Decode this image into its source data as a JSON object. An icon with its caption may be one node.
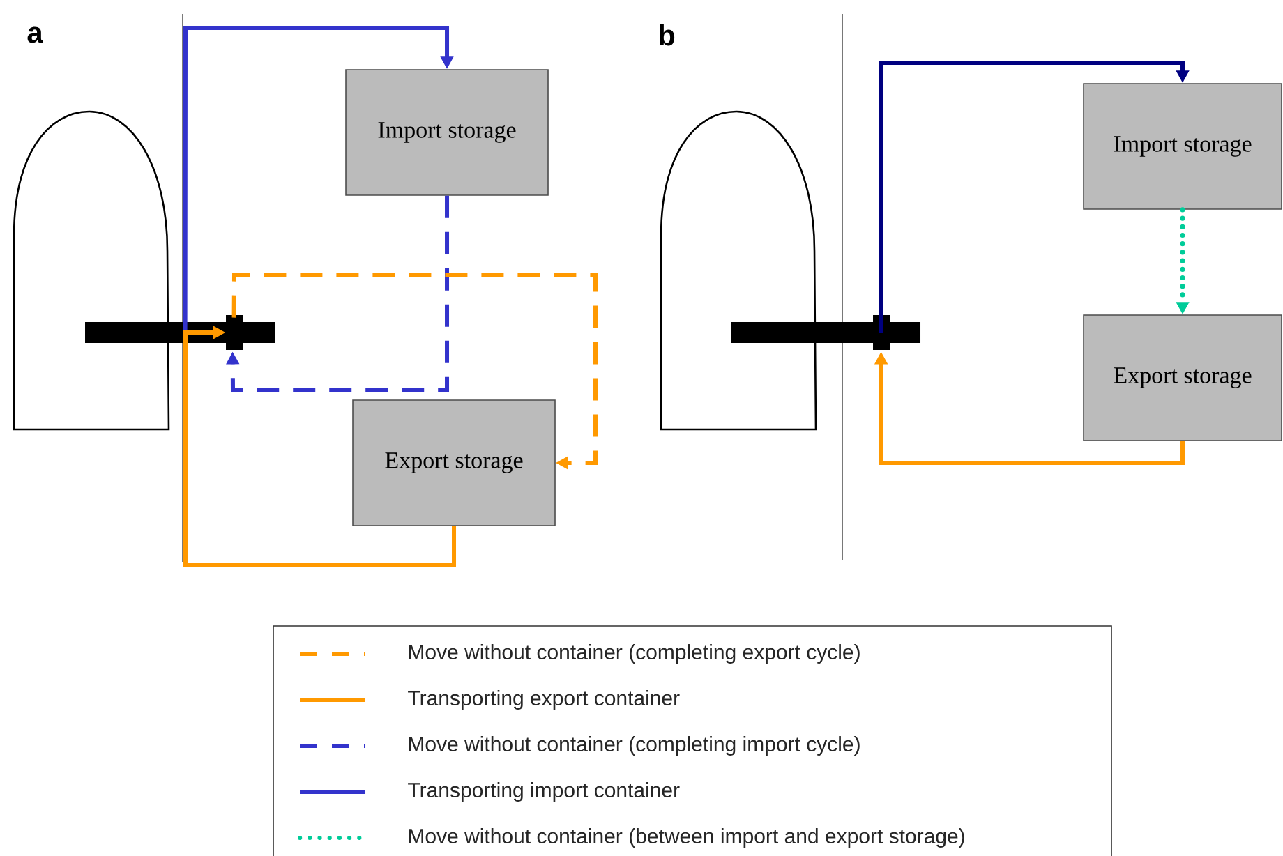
{
  "diagram": {
    "nodes": [
      {
        "text": [
          "Import storage"
        ]
      },
      {
        "text": [
          "Export storage"
        ]
      },
      {
        "text": [],
        "shape": "bar"
      },
      {
        "text": [
          "Import storage"
        ]
      },
      {
        "text": [
          "Export storage"
        ]
      },
      {
        "text": [],
        "shape": "bar"
      }
    ],
    "edges": [
      {
        "from": 2,
        "to": 0,
        "arrow": "to",
        "color": "#3333cc"
      },
      {
        "from": 0,
        "to": 2,
        "arrow": "to",
        "style": "dashed",
        "color": "#3333cc"
      },
      {
        "from": 2,
        "to": 1,
        "arrow": "to",
        "style": "dashed"
      },
      {
        "from": 1,
        "to": 2,
        "arrow": "to"
      },
      {
        "from": 5,
        "to": 3,
        "arrow": "to",
        "color": "#000080"
      },
      {
        "from": 3,
        "to": 4,
        "arrow": "to",
        "style": "dashed",
        "color": "#00cc99"
      },
      {
        "from": 4,
        "to": 5,
        "arrow": "to"
      }
    ],
    "labels": [
      "a",
      "b"
    ],
    "legend": [
      {
        "text": "Move without container (completing export cycle)"
      },
      {
        "text": "Transporting export container"
      },
      {
        "text": "Move without container (completing import cycle)"
      },
      {
        "text": "Transporting import container"
      },
      {
        "text": "Move without container (between import and export storage)"
      }
    ]
  }
}
